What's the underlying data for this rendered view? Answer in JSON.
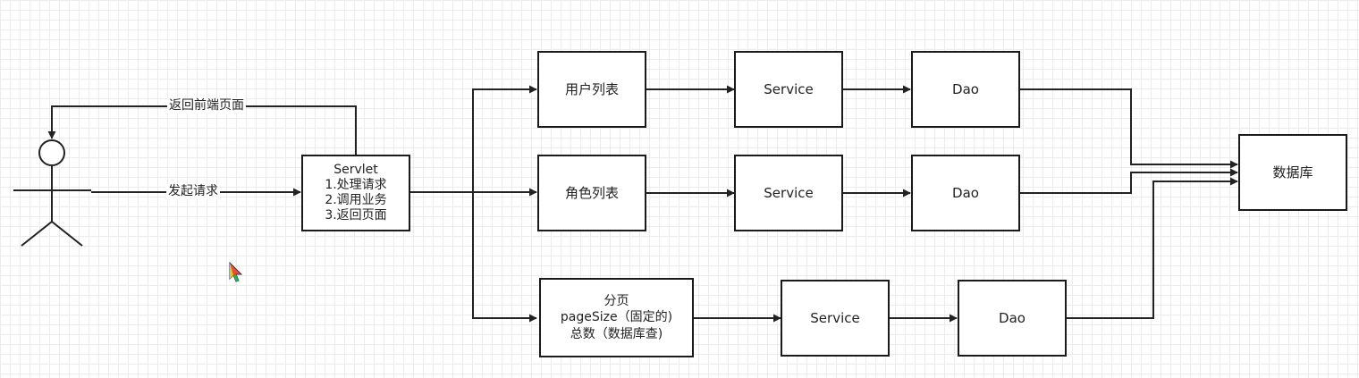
{
  "labels": {
    "return_page": "返回前端页面",
    "send_request": "发起请求"
  },
  "servlet": {
    "title": "Servlet",
    "items": [
      "1.处理请求",
      "2.调用业务",
      "3.返回页面"
    ]
  },
  "modules": {
    "user_list": "用户列表",
    "role_list": "角色列表",
    "pagination": [
      "分页",
      "pageSize（固定的)",
      "总数（数据库查)"
    ]
  },
  "layers": {
    "service": "Service",
    "dao": "Dao"
  },
  "database": "数据库"
}
